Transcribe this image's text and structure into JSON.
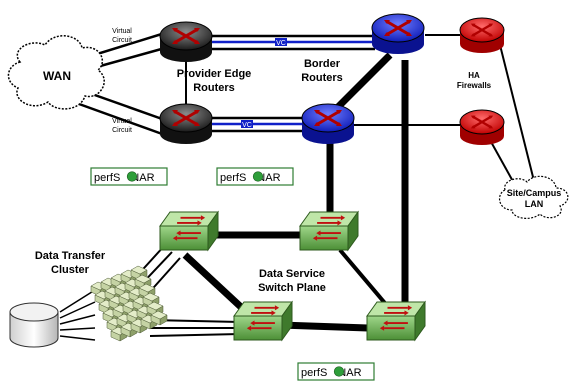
{
  "labels": {
    "wan": "WAN",
    "virtual_circuit_top": [
      "Virtual",
      "Circuit"
    ],
    "virtual_circuit_bottom": [
      "Virtual",
      "Circuit"
    ],
    "vc_top": "VC",
    "vc_bottom": "VC",
    "provider_edge": [
      "Provider Edge",
      "Routers"
    ],
    "border_routers": [
      "Border",
      "Routers"
    ],
    "ha_firewalls": [
      "HA",
      "Firewalls"
    ],
    "site_campus_lan": [
      "Site/Campus",
      "LAN"
    ],
    "data_transfer_cluster": [
      "Data Transfer",
      "Cluster"
    ],
    "data_service_switch_plane": [
      "Data Service",
      "Switch Plane"
    ]
  },
  "perfsonar": {
    "prefix": "perfS",
    "suffix": "NAR"
  },
  "colors": {
    "provider_edge_router": "#2b2b2b",
    "border_router": "#1e2fd6",
    "firewall": "#e01010",
    "switch": "#6ab046",
    "vc_link": "#1020c8",
    "arrow": "#c01010",
    "perfsonar_border": "#2e7d32",
    "server": "#b9c79a"
  }
}
